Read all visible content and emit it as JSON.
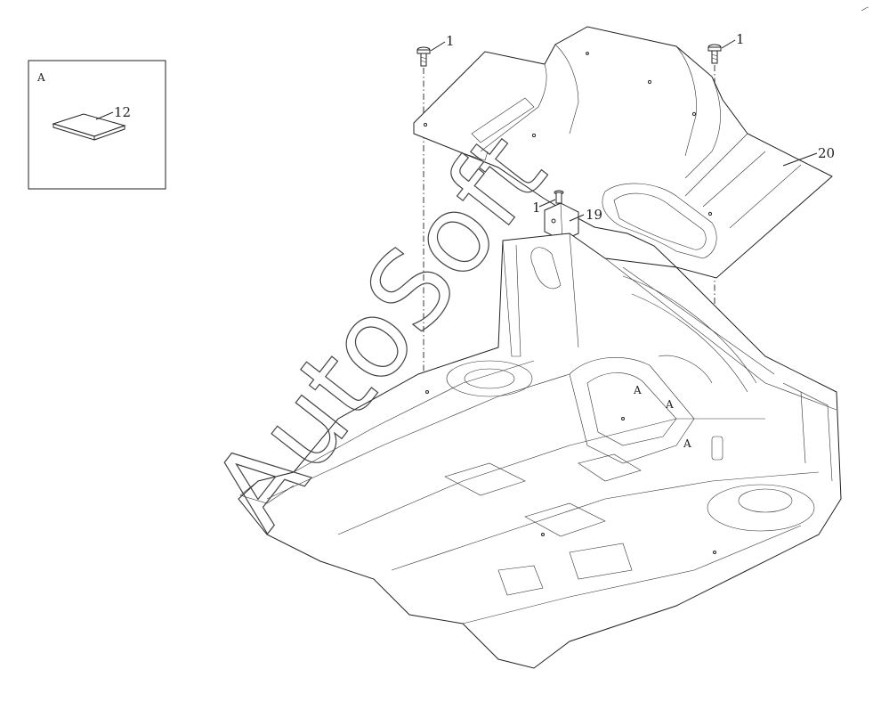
{
  "detail": {
    "title": "A",
    "part_label": "12"
  },
  "callouts": {
    "bolt_left": "1",
    "bolt_right": "1",
    "bolt_bracket": "1",
    "bracket": "19",
    "cover": "20"
  },
  "floor_marks": [
    "A",
    "A",
    "A"
  ],
  "watermark": "AutoSoft"
}
